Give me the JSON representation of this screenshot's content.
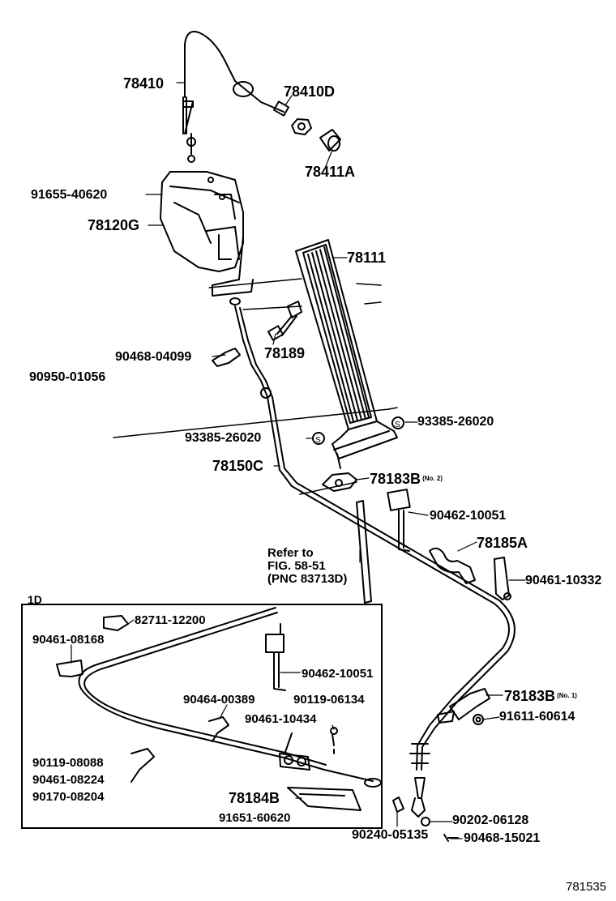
{
  "diagram_id": "781535",
  "inset_title": "1D",
  "refer_note": {
    "line1": "Refer to",
    "line2": "FIG. 58-51",
    "line3": "(PNC 83713D)"
  },
  "parts": {
    "p78410": "78410",
    "p78410D": "78410D",
    "p78411A": "78411A",
    "p91655": "91655-40620",
    "p78120G": "78120G",
    "p78111": "78111",
    "p90468_04099": "90468-04099",
    "p78189": "78189",
    "p90950": "90950-01056",
    "p93385_right": "93385-26020",
    "p93385_left": "93385-26020",
    "p78150C": "78150C",
    "p78183B_1": "78183B",
    "p78183B_1_tag": "(No. 2)",
    "p90462_top": "90462-10051",
    "p78185A": "78185A",
    "p90461_10332": "90461-10332",
    "p82711": "82711-12200",
    "p90461_08168": "90461-08168",
    "p90462_inset": "90462-10051",
    "p90464": "90464-00389",
    "p90119_06134": "90119-06134",
    "p90461_10434": "90461-10434",
    "p90119_08088": "90119-08088",
    "p90461_08224": "90461-08224",
    "p90170": "90170-08204",
    "p78184B": "78184B",
    "p91651": "91651-60620",
    "p78183B_2": "78183B",
    "p78183B_2_tag": "(No. 1)",
    "p91611": "91611-60614",
    "p90202": "90202-06128",
    "p90240": "90240-05135",
    "p90468_15021": "90468-15021"
  }
}
